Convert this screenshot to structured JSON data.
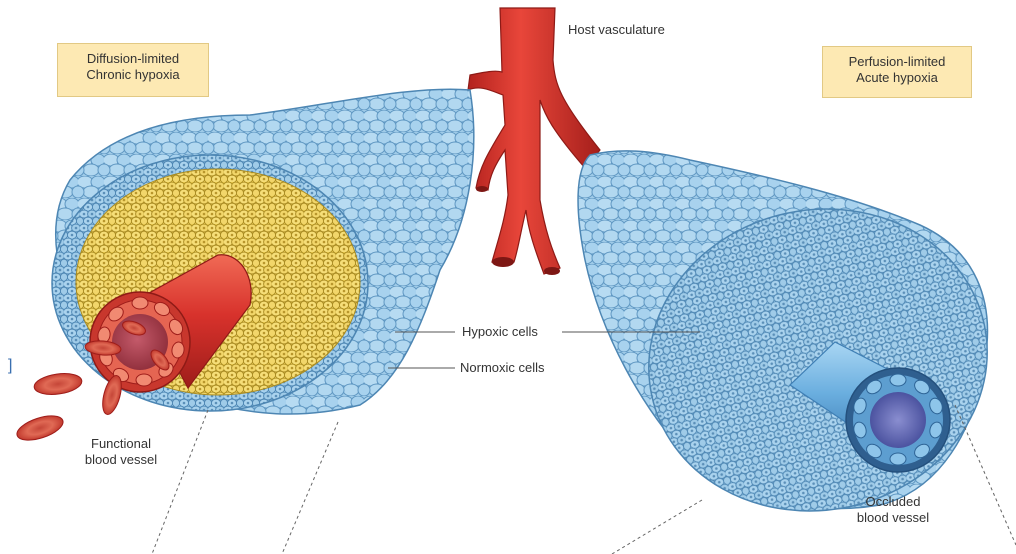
{
  "labels": {
    "diffusion_title": "Diffusion-limited",
    "diffusion_sub": "Chronic hypoxia",
    "perfusion_title": "Perfusion-limited",
    "perfusion_sub": "Acute hypoxia",
    "host_vasculature": "Host vasculature",
    "hypoxic_cells": "Hypoxic cells",
    "normoxic_cells": "Normoxic cells",
    "functional_line1": "Functional",
    "functional_line2": "blood vessel",
    "occluded_line1": "Occluded",
    "occluded_line2": "blood vessel"
  },
  "colors": {
    "normoxic_cell_fill": "#a9d3ec",
    "normoxic_cell_edge": "#5a94bf",
    "hypoxic_cell_fill": "#f3d86a",
    "hypoxic_cell_edge": "#b89a2a",
    "vessel_red": "#d8322c",
    "vessel_red_dark": "#9e1d1a",
    "occluded_vessel": "#5b9ccf",
    "label_box_fill": "#fde9b3"
  }
}
